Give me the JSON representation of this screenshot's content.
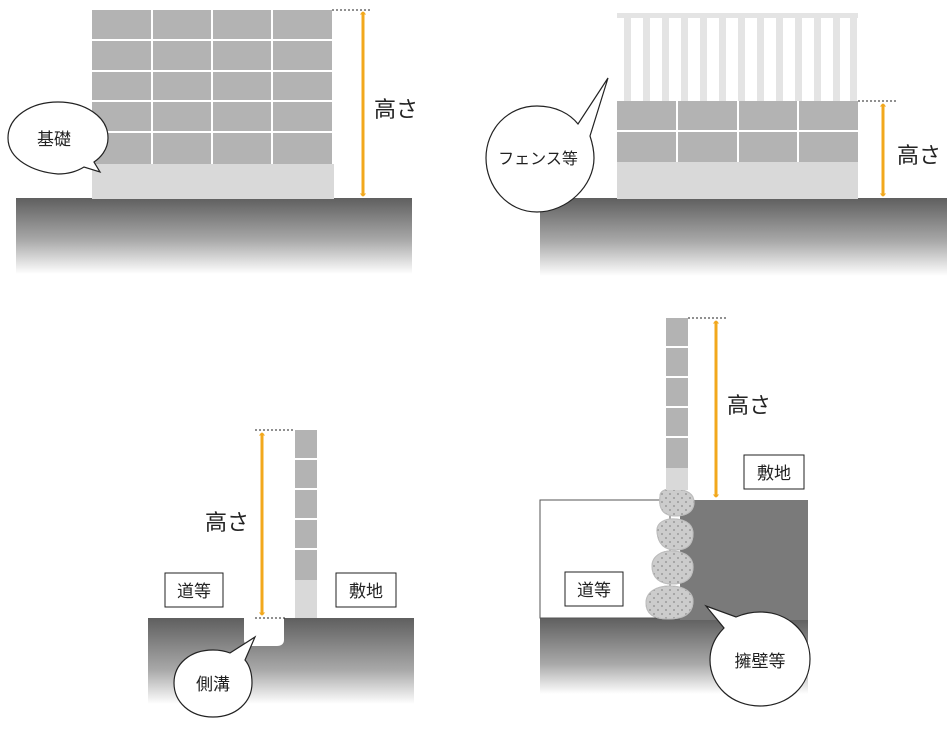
{
  "colors": {
    "block": "#b3b3b3",
    "mortar": "#ffffff",
    "foundation": "#d9d9d9",
    "ground_top": "#666666",
    "ground_bottom": "#ffffff",
    "arrow": "#f2a81d",
    "fence_bar": "#e4e4e4",
    "dark_land": "#7a7a7a",
    "stone": "#cccccc"
  },
  "panel_top_left": {
    "height_label": "高さ",
    "bubble_label": "基礎"
  },
  "panel_top_right": {
    "height_label": "高さ",
    "bubble_label": "フェンス等"
  },
  "panel_bottom_left": {
    "height_label": "高さ",
    "road_label": "道等",
    "site_label": "敷地",
    "bubble_label": "側溝"
  },
  "panel_bottom_right": {
    "height_label": "高さ",
    "road_label": "道等",
    "site_label": "敷地",
    "bubble_label": "擁壁等"
  }
}
